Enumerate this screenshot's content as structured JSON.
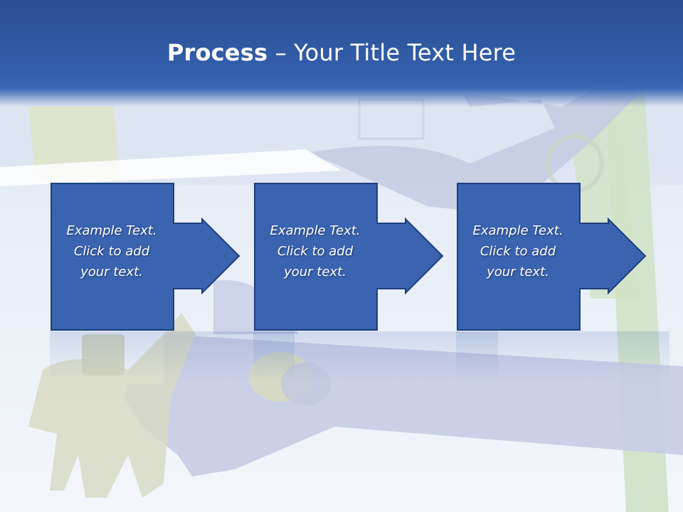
{
  "title": {
    "bold_part": "Process",
    "rest_part": " – Your Title Text Here"
  },
  "steps": [
    {
      "line1": "Example Text.",
      "line2": "Click  to add",
      "line3": "your text."
    },
    {
      "line1": "Example Text.",
      "line2": "Click  to add",
      "line3": "your text."
    },
    {
      "line1": "Example Text.",
      "line2": "Click  to add",
      "line3": "your text."
    }
  ],
  "colors": {
    "box_fill": "#3a63b0",
    "box_border": "#1f3f7d",
    "header": "#2a4f93"
  }
}
